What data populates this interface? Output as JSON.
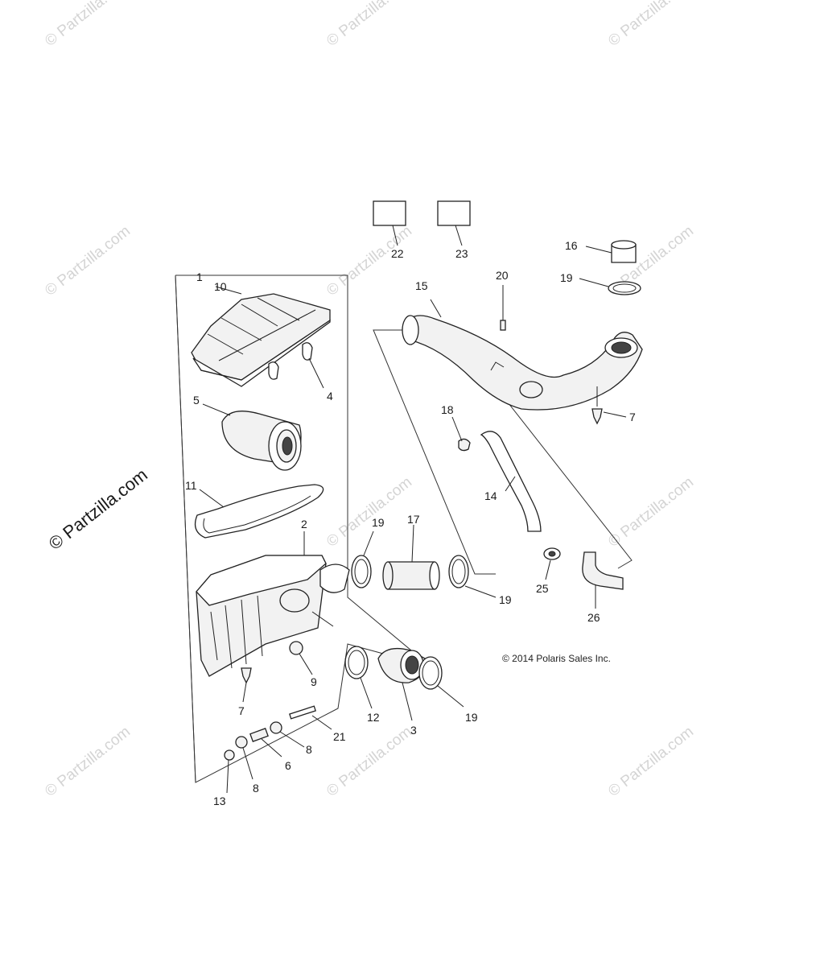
{
  "copyright": "© 2014 Polaris Sales Inc.",
  "watermark": {
    "small": "© Partzilla.com",
    "large": "© Partzilla.com"
  },
  "callouts": {
    "c1": "1",
    "c2": "2",
    "c3": "3",
    "c4": "4",
    "c5": "5",
    "c6": "6",
    "c7a": "7",
    "c7b": "7",
    "c8a": "8",
    "c8b": "8",
    "c9": "9",
    "c10": "10",
    "c11": "11",
    "c12": "12",
    "c13": "13",
    "c14": "14",
    "c15": "15",
    "c16": "16",
    "c17": "17",
    "c18": "18",
    "c19a": "19",
    "c19b": "19",
    "c19c": "19",
    "c19d": "19",
    "c20": "20",
    "c21": "21",
    "c22": "22",
    "c23": "23",
    "c25": "25",
    "c26": "26"
  }
}
